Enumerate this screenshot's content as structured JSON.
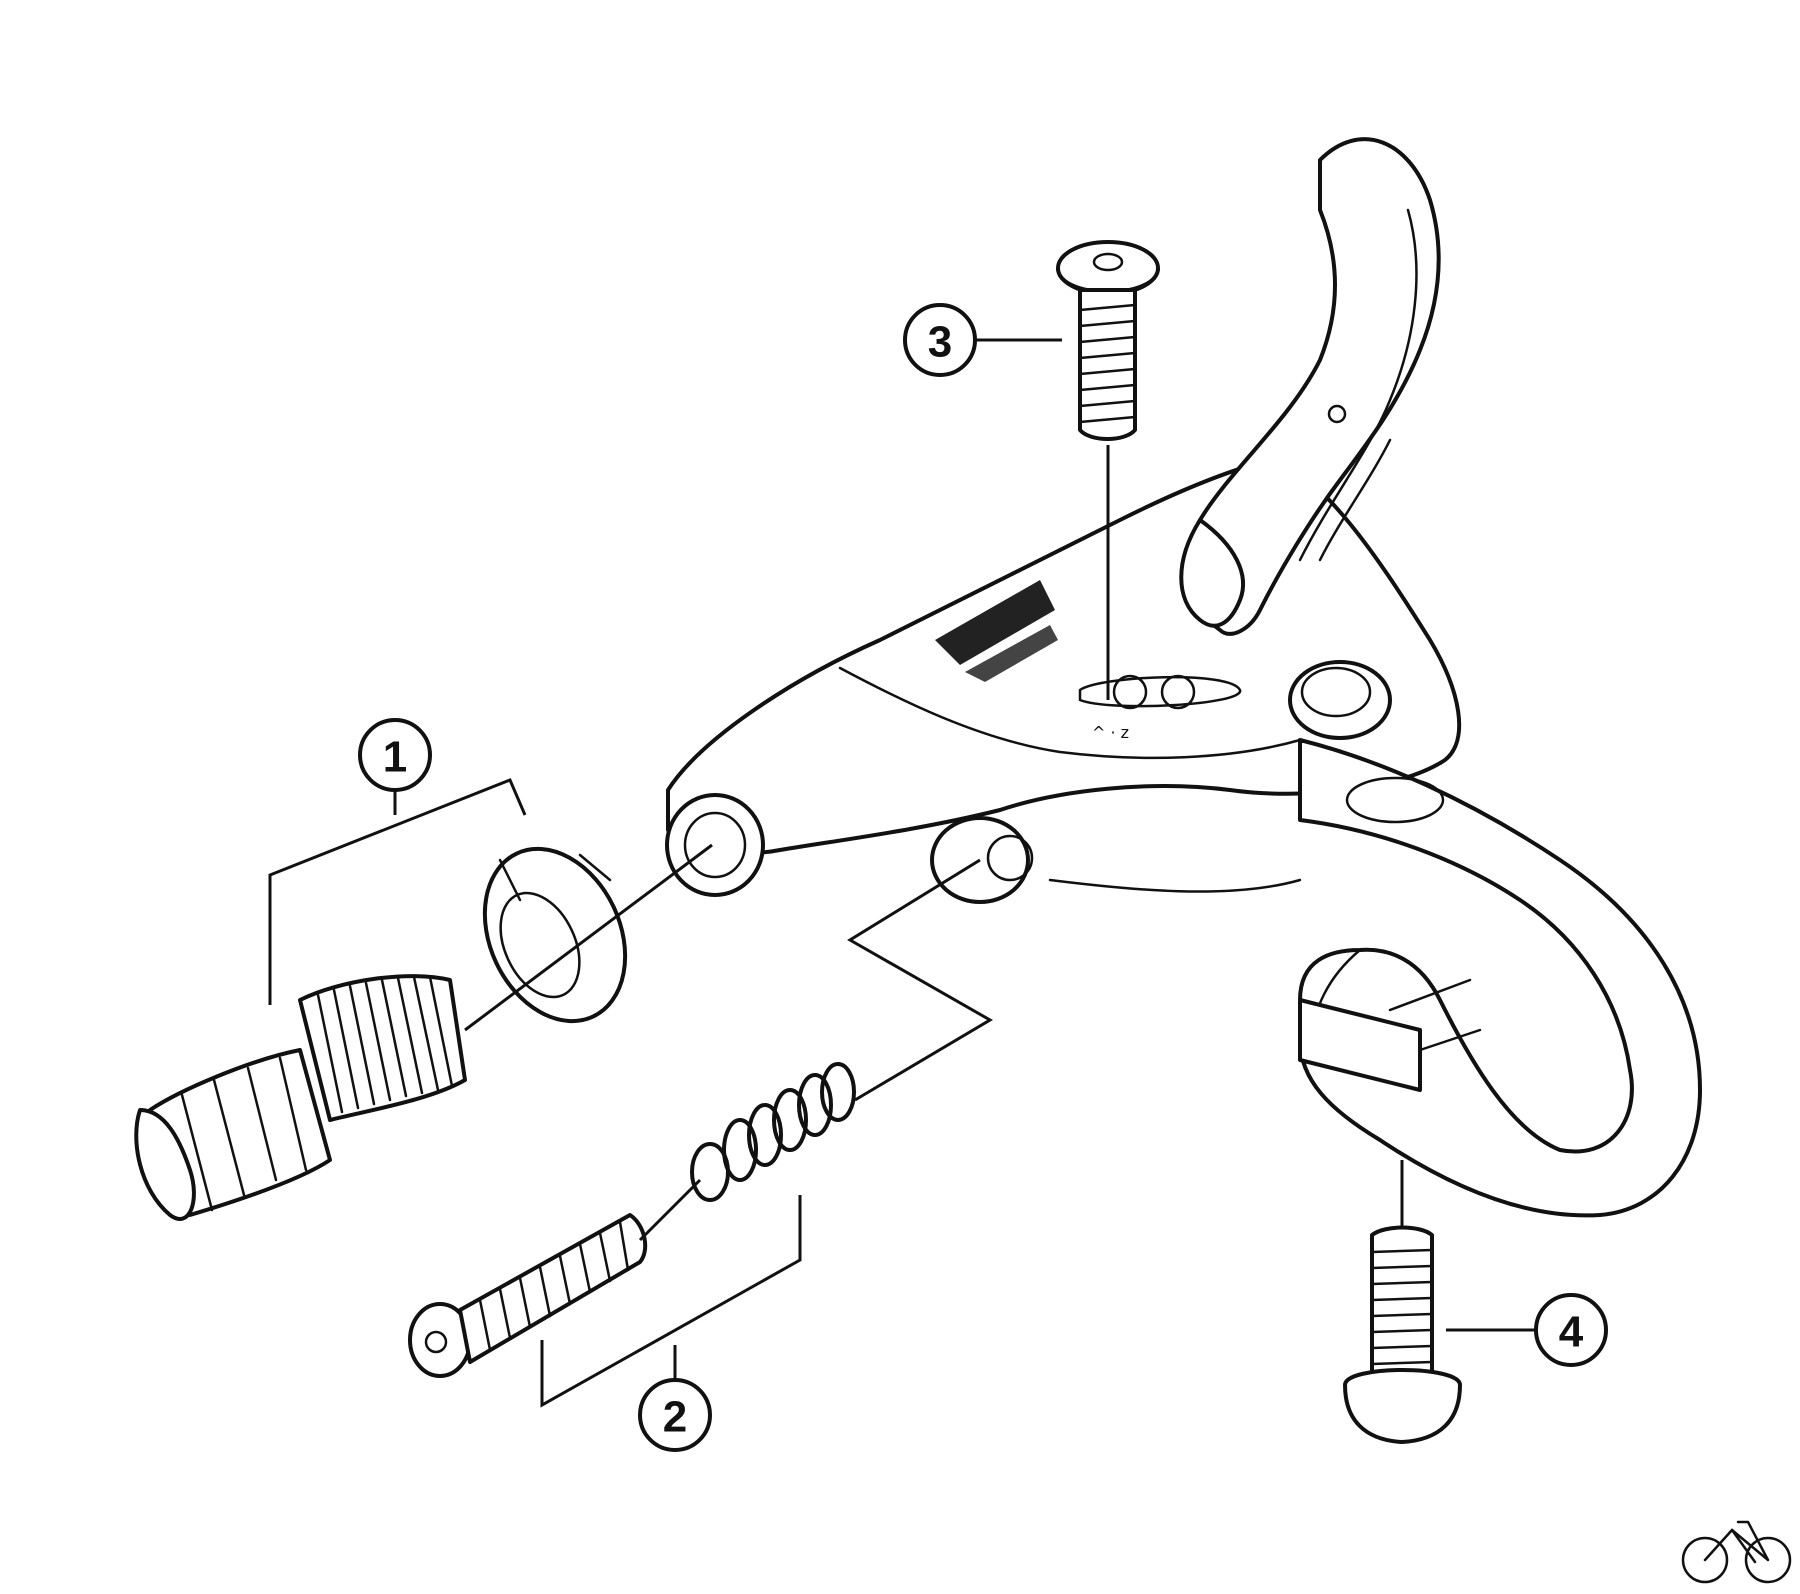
{
  "callouts": [
    {
      "id": "1",
      "label": "1"
    },
    {
      "id": "2",
      "label": "2"
    },
    {
      "id": "3",
      "label": "3"
    },
    {
      "id": "4",
      "label": "4"
    }
  ],
  "icons": {
    "logo": "bicycle-icon",
    "lever_mark": "brand-logo-icon"
  }
}
